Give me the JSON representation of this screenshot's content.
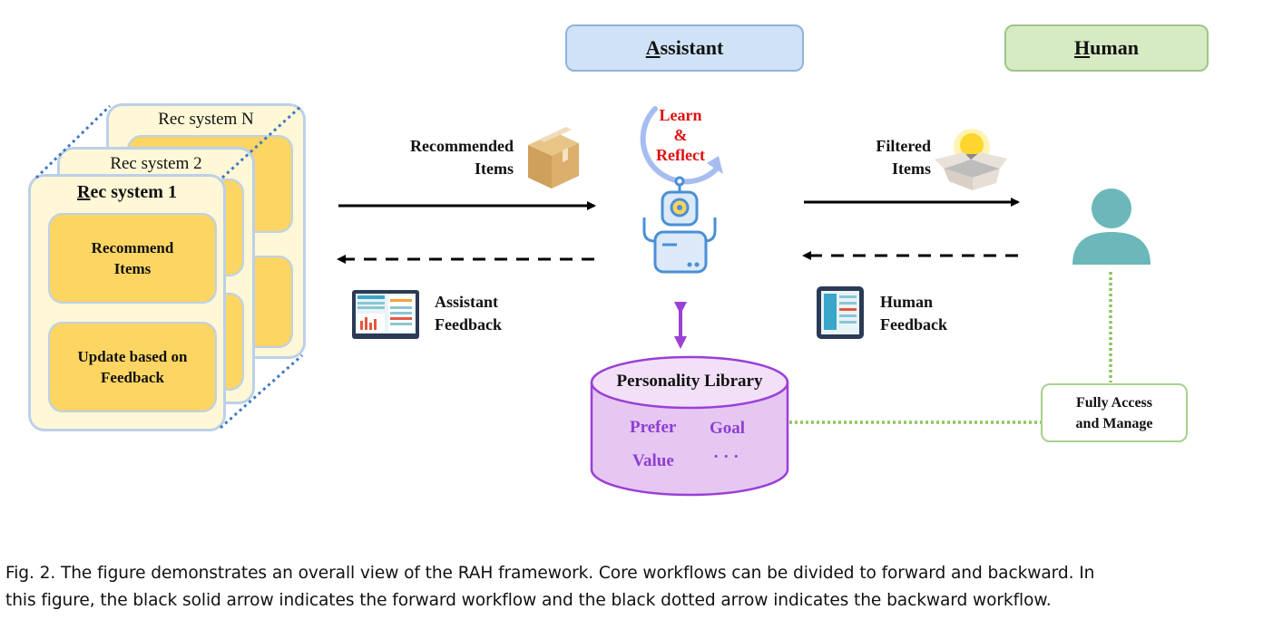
{
  "rec_systems": {
    "card_n_title": "Rec system N",
    "card_2_title": "Rec system 2",
    "card_1_title_initial": "R",
    "card_1_title_rest": "ec system 1",
    "box_recommend_line1": "Recommend",
    "box_recommend_line2": "Items",
    "box_update_line1": "Update based on",
    "box_update_line2": "Feedback"
  },
  "headers": {
    "assistant_initial": "A",
    "assistant_rest": "ssistant",
    "human_initial": "H",
    "human_rest": "uman"
  },
  "flow_labels": {
    "recommended_line1": "Recommended",
    "recommended_line2": "Items",
    "filtered_line1": "Filtered",
    "filtered_line2": "Items",
    "assistant_feedback_line1": "Assistant",
    "assistant_feedback_line2": "Feedback",
    "human_feedback_line1": "Human",
    "human_feedback_line2": "Feedback"
  },
  "learn_reflect": {
    "line1": "Learn",
    "line2": "&",
    "line3": "Reflect"
  },
  "personality_library": {
    "title": "Personality Library",
    "item_prefer": "Prefer",
    "item_goal": "Goal",
    "item_value": "Value",
    "item_more": "· · ·"
  },
  "access_box": {
    "line1": "Fully Access",
    "line2": "and Manage"
  },
  "caption": {
    "line1": "Fig. 2.  The figure demonstrates an overall view of the RAH framework. Core workflows can be divided to forward and backward. In",
    "line2": "this figure, the black solid arrow indicates the forward workflow and the black dotted arrow indicates the backward workflow."
  },
  "colors": {
    "assistant_header": "#cfe2f7",
    "human_header": "#d6ebc4",
    "card_fill": "#fff7d6",
    "inner_fill": "#fdd563",
    "library_fill": "#e6c7f2",
    "library_text": "#8e3fd1",
    "reflect_text": "#e01010",
    "access_border": "#a9d18e",
    "human_icon": "#6bb7b9"
  }
}
